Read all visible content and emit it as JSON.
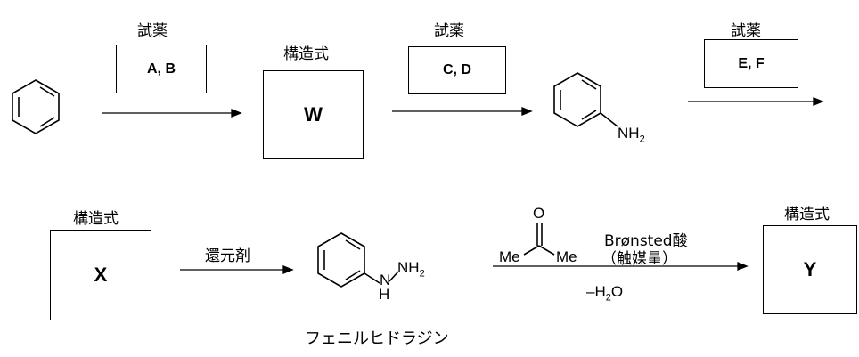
{
  "row1": {
    "reagent_label_1": "試薬",
    "box_1": "A, B",
    "structure_label_w": "構造式",
    "box_w": "W",
    "reagent_label_2": "試薬",
    "box_2": "C, D",
    "aniline_group": "NH",
    "aniline_sub": "2",
    "reagent_label_3": "試薬",
    "box_3": "E, F"
  },
  "row2": {
    "structure_label_x": "構造式",
    "box_x": "X",
    "reductant_label": "還元剤",
    "hydrazine_n": "N",
    "hydrazine_h": "H",
    "hydrazine_nh": "NH",
    "hydrazine_sub": "2",
    "hydrazine_name": "フェニルヒドラジン",
    "acetone_o": "O",
    "acetone_me_left": "Me",
    "acetone_me_right": "Me",
    "acid_label": "Brønsted酸",
    "catalyst_label": "（触媒量）",
    "water_prefix": "–H",
    "water_sub": "2",
    "water_suffix": "O",
    "structure_label_y": "構造式",
    "box_y": "Y"
  }
}
